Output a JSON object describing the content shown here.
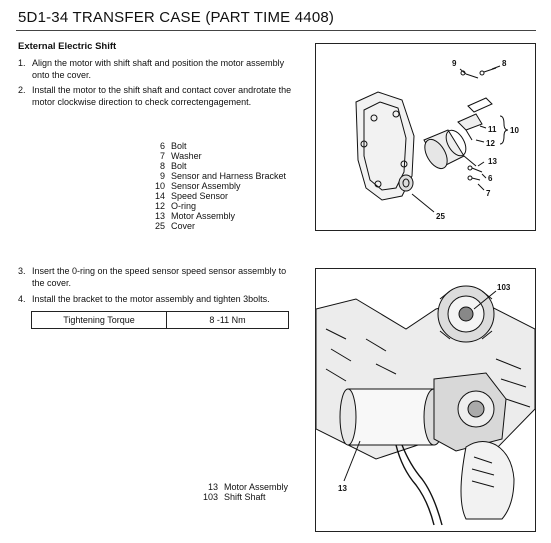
{
  "header": {
    "title": "5D1-34  TRANSFER CASE (PART TIME 4408)"
  },
  "section": {
    "title": "External Electric Shift"
  },
  "steps": [
    {
      "num": "1.",
      "text": "Align the motor with shift shaft and position the motor assembly onto the cover."
    },
    {
      "num": "2.",
      "text": "Install the motor to the shift shaft and contact cover androtate the motor clockwise direction to check correctengagement."
    },
    {
      "num": "3.",
      "text": "Insert the 0-ring on the speed sensor speed sensor assembly to the cover."
    },
    {
      "num": "4.",
      "text": "Install the bracket to the motor assembly and tighten 3bolts."
    }
  ],
  "parts_list_1": [
    {
      "num": "6",
      "label": "Bolt"
    },
    {
      "num": "7",
      "label": "Washer"
    },
    {
      "num": "8",
      "label": "Bolt"
    },
    {
      "num": "9",
      "label": "Sensor and Harness Bracket"
    },
    {
      "num": "10",
      "label": "Sensor Assembly"
    },
    {
      "num": "14",
      "label": "Speed Sensor"
    },
    {
      "num": "12",
      "label": "O-ring"
    },
    {
      "num": "13",
      "label": "Motor Assembly"
    },
    {
      "num": "25",
      "label": "Cover"
    }
  ],
  "torque": {
    "label": "Tightening Torque",
    "value": "8 -11 Nm"
  },
  "parts_list_2": [
    {
      "num": "13",
      "label": "Motor Assembly"
    },
    {
      "num": "103",
      "label": "Shift Shaft"
    }
  ],
  "figure1": {
    "callouts": [
      "9",
      "8",
      "11",
      "10",
      "12",
      "13",
      "6",
      "7",
      "25"
    ]
  },
  "figure2": {
    "callouts": [
      "103",
      "13"
    ]
  }
}
